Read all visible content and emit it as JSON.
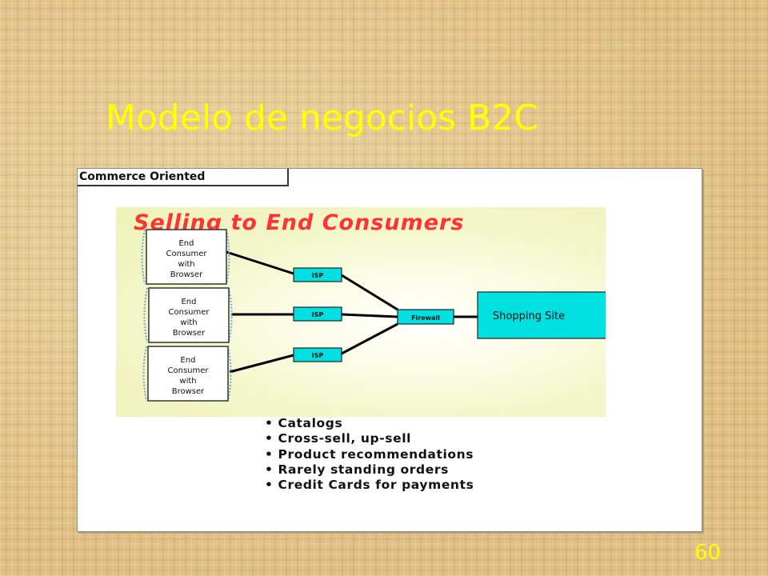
{
  "slide": {
    "title": "Modelo de negocios B2C",
    "page_number": "60"
  },
  "figure": {
    "tab_label": "Commerce Oriented",
    "heading": "Selling to End Consumers",
    "consumers": [
      {
        "lines": [
          "End",
          "Consumer",
          "with",
          "Browser"
        ]
      },
      {
        "lines": [
          "End",
          "Consumer",
          "with",
          "Browser"
        ]
      },
      {
        "lines": [
          "End",
          "Consumer",
          "with",
          "Browser"
        ]
      }
    ],
    "isps": [
      "ISP",
      "ISP",
      "ISP"
    ],
    "firewall_label": "Firewall",
    "site_label": "Shopping Site",
    "bullets": [
      "Catalogs",
      "Cross-sell, up-sell",
      "Product recommendations",
      "Rarely standing orders",
      "Credit Cards for payments"
    ]
  },
  "colors": {
    "title": "#ffff00",
    "heading": "#ff3333",
    "node_fill": "#00e0e0",
    "background": "#e3c58c"
  }
}
